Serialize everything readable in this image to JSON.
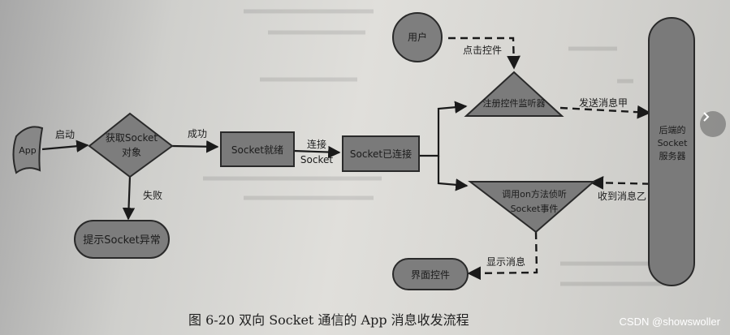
{
  "nodes": {
    "app": "App",
    "get_socket": [
      "获取Socket",
      "对象"
    ],
    "socket_ready": "Socket就绪",
    "socket_connected": "Socket已连接",
    "show_error": "提示Socket异常",
    "user": "用户",
    "register_listener": "注册控件监听器",
    "on_listen": [
      "调用on方法侦听",
      "Socket事件"
    ],
    "ui_control": "界面控件",
    "server": [
      "后端的",
      "Socket",
      "服务器"
    ]
  },
  "edges": {
    "start": "启动",
    "success": "成功",
    "fail": "失败",
    "connect": [
      "连接",
      "Socket"
    ],
    "click_control": "点击控件",
    "send_msg": "发送消息甲",
    "receive_msg": "收到消息乙",
    "display_msg": "显示消息"
  },
  "caption": "图 6-20    双向 Socket 通信的 App 消息收发流程",
  "watermark": "CSDN @showswoller",
  "colors": {
    "node_fill": "#7f7f7f",
    "node_stroke": "#2a2a2a",
    "line": "#1a1a1a"
  },
  "nav_icon": "chevron-right-icon"
}
